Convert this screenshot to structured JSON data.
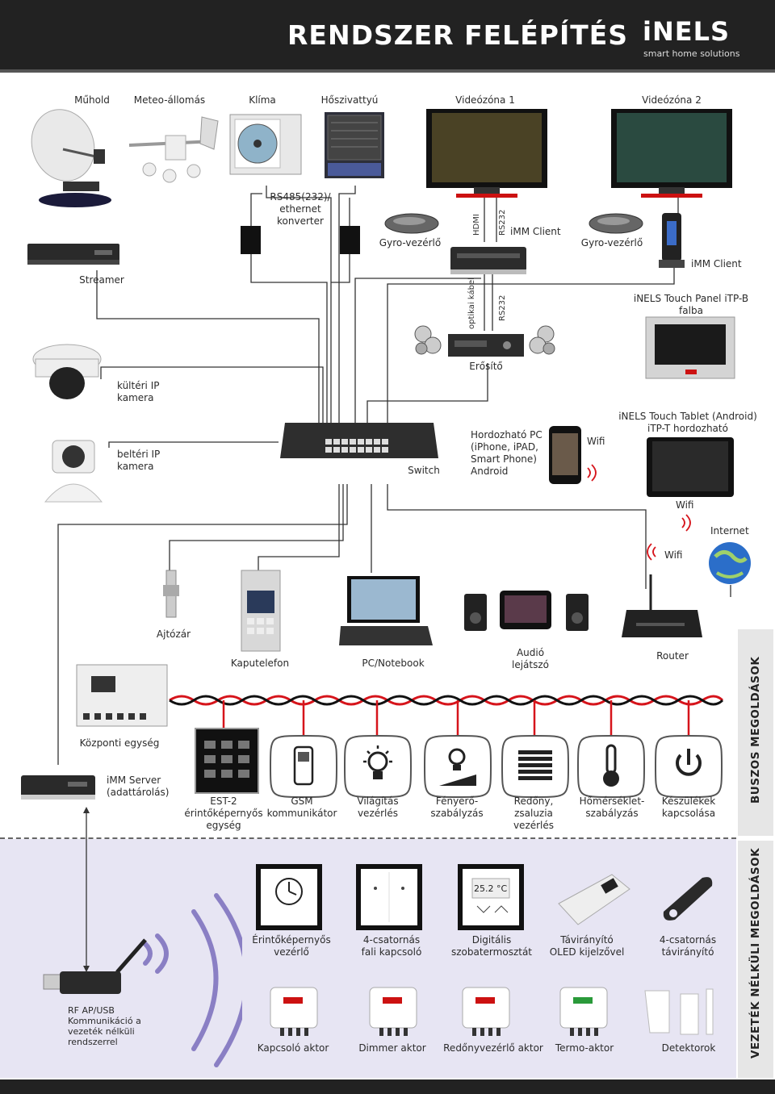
{
  "header": {
    "title": "RENDSZER FELÉPÍTÉS",
    "logo": "iNELS",
    "tagline": "smart home solutions"
  },
  "top_devices": {
    "muhold": "Műhold",
    "meteo": "Meteo-állomás",
    "klima": "Klíma",
    "hoszivattyu": "Hőszivattyú",
    "videozona1": "Videózóna 1",
    "videozona2": "Videózóna 2"
  },
  "converter": "RS485(232)/ ethernet konverter",
  "gyro1": "Gyro-vezérlő",
  "gyro2": "Gyro-vezérlő",
  "hdmi": "HDMI",
  "rs232_a": "RS232",
  "rs232_b": "RS232",
  "optikai": "optikai kábel",
  "imm_client1": "iMM Client",
  "imm_client2": "iMM Client",
  "streamer": "Streamer",
  "touch_panel": "iNELS Touch Panel iTP-B falba",
  "erosito": "Erősítő",
  "kulteri_kamera": "kültéri IP kamera",
  "belteri_kamera": "beltéri IP kamera",
  "switch": "Switch",
  "hordozhato_pc": "Hordozható PC (iPhone, iPAD, Smart Phone) Android",
  "wifi1": "Wifi",
  "wifi2": "Wifi",
  "wifi3": "Wifi",
  "touch_tablet": "iNELS Touch Tablet (Android) iTP-T hordozható",
  "internet": "Internet",
  "ajtozar": "Ajtózár",
  "kaputelefon": "Kaputelefon",
  "pc_notebook": "PC/Notebook",
  "audio": "Audió lejátszó",
  "router": "Router",
  "kozponti": "Központi egység",
  "imm_server": "iMM Server (adattárolás)",
  "bus_items": [
    {
      "label": "EST-2 érintőképernyős egység",
      "icon": "touchscreen-icon"
    },
    {
      "label": "GSM kommunikátor",
      "icon": "phone-icon"
    },
    {
      "label": "Világítás vezérlés",
      "icon": "bulb-icon"
    },
    {
      "label": "Fényerő-szabályzás",
      "icon": "dimmer-icon"
    },
    {
      "label": "Redőny, zsaluzia vezérlés",
      "icon": "blinds-icon"
    },
    {
      "label": "Hőmérséklet-szabályzás",
      "icon": "thermometer-icon"
    },
    {
      "label": "Készülékek kapcsolása",
      "icon": "power-icon"
    }
  ],
  "buszos": "BUSZOS MEGOLDÁSOK",
  "wireless_items": [
    {
      "label": "Érintőképernyős vezérlő"
    },
    {
      "label": "4-csatornás fali kapcsoló"
    },
    {
      "label": "Digitális szobatermosztát",
      "display": "25.2 °C"
    },
    {
      "label": "Távirányító OLED kijelzővel"
    },
    {
      "label": "4-csatornás távirányító"
    }
  ],
  "actors": [
    "Kapcsoló aktor",
    "Dimmer aktor",
    "Redőnyvezérlő aktor",
    "Termo-aktor",
    "Detektorok"
  ],
  "rf": "RF AP/USB Kommunikáció a vezeték nélküli rendszerrel",
  "vezetek_nelkuli": "VEZETÉK NÉLKÜLI MEGOLDÁSOK",
  "colors": {
    "bus_red": "#d6141b",
    "bus_black": "#111111",
    "wave": "#8a7fc4",
    "header": "#222222"
  }
}
